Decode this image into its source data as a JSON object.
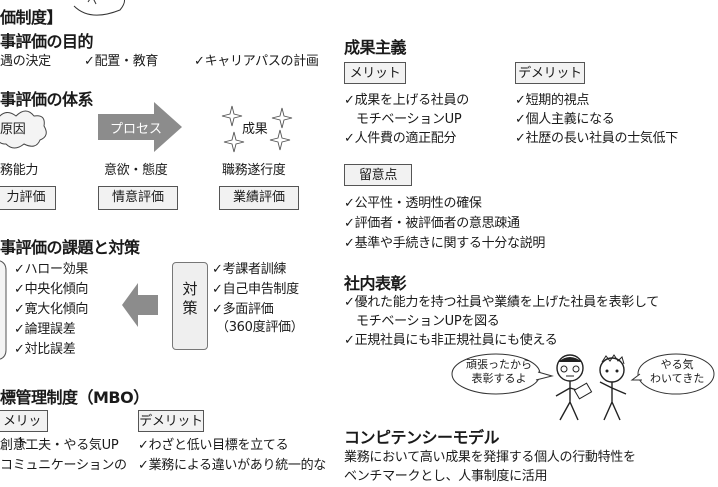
{
  "left": {
    "header_partial": "価制度】",
    "purpose": {
      "title": "事評価の目的",
      "items": [
        "遇の決定",
        "✓配置・教育",
        "✓キャリアパスの計画"
      ]
    },
    "system": {
      "title": "事評価の体系",
      "cloud_label": "原因",
      "process_label": "プロセス",
      "result_label": "成果",
      "cols": [
        "務能力",
        "意欲・態度",
        "職務遂行度"
      ],
      "boxes": [
        "力評価",
        "情意評価",
        "業績評価"
      ]
    },
    "issues": {
      "title": "事評価の課題と対策",
      "problems": [
        "✓ハロー効果",
        "✓中央化傾向",
        "✓寛大化傾向",
        "✓論理誤差",
        "✓対比誤差"
      ],
      "taisaku_label": "対策",
      "measures": [
        "✓考課者訓練",
        "✓自己申告制度",
        "✓多面評価",
        "（360度評価）"
      ]
    },
    "mbo": {
      "title": "標管理制度（MBO）",
      "merit_label": "メリット",
      "demerit_label": "デメリット",
      "merits": [
        "創意工夫・やる気UP",
        "コミュニケーションの"
      ],
      "demerits": [
        "✓わざと低い目標を立てる",
        "✓業務による違いがあり統一的な"
      ]
    }
  },
  "right": {
    "seika": {
      "title": "成果主義",
      "merit_label": "メリット",
      "demerit_label": "デメリット",
      "merits": [
        "✓成果を上げる社員の",
        "モチベーションUP",
        "✓人件費の適正配分"
      ],
      "demerits": [
        "✓短期的視点",
        "✓個人主義になる",
        "✓社歴の長い社員の士気低下"
      ],
      "notes_label": "留意点",
      "notes": [
        "✓公平性・透明性の確保",
        "✓評価者・被評価者の意思疎通",
        "✓基準や手続きに関する十分な説明"
      ]
    },
    "hyosho": {
      "title": "社内表彰",
      "items": [
        "✓優れた能力を持つ社員や業績を上げた社員を表彰して",
        "モチベーションUPを図る",
        "✓正規社員にも非正規社員にも使える"
      ],
      "bubble_left": [
        "頑張ったから",
        "表彰するよ"
      ],
      "bubble_right": [
        "やる気",
        "わいてきた"
      ]
    },
    "competency": {
      "title": "コンピテンシーモデル",
      "lines": [
        "業務において高い成果を発揮する個人の行動特性を",
        "ベンチマークとし、人事制度に活用"
      ]
    }
  }
}
